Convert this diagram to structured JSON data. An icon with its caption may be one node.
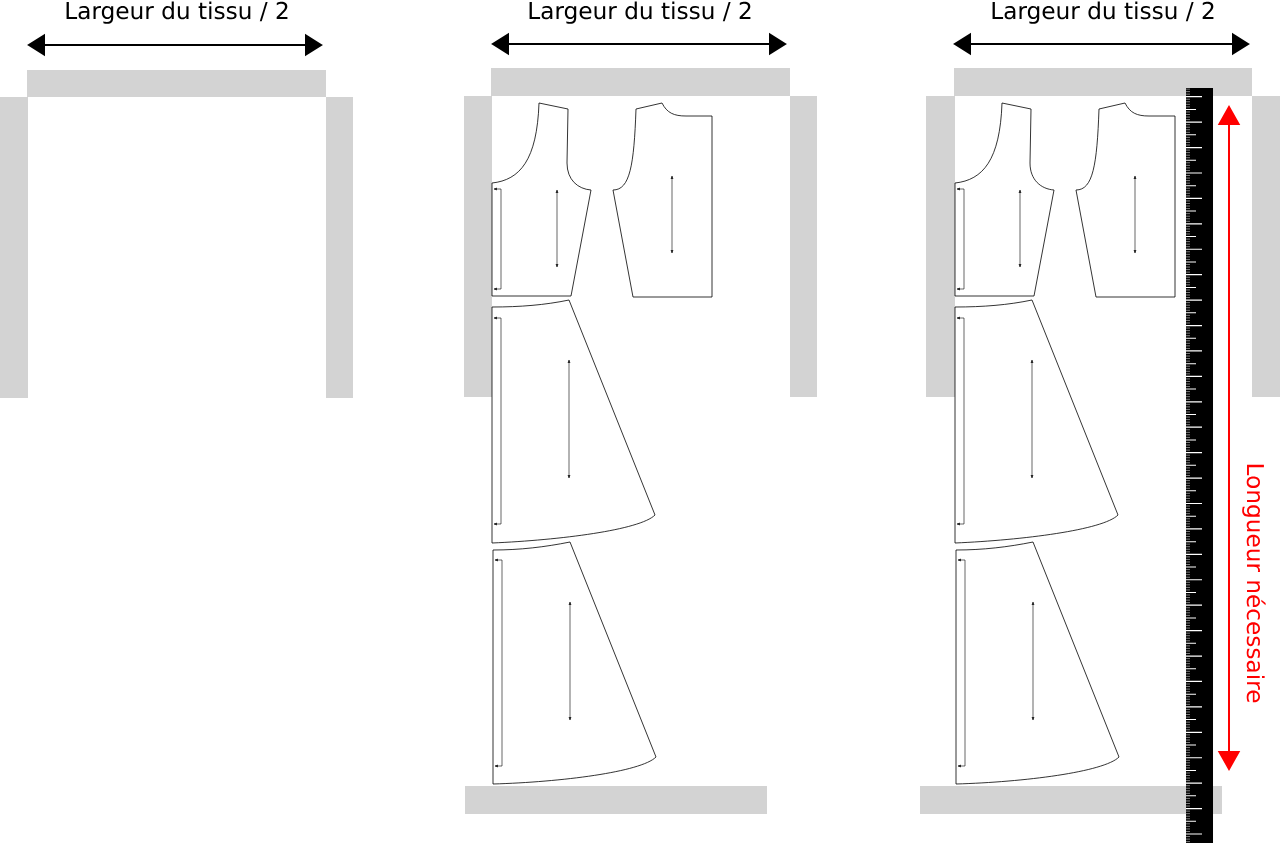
{
  "diagram": {
    "nodes": [
      {
        "text": [],
        "shape": "bar"
      },
      {
        "text": [],
        "shape": "bar"
      },
      {
        "text": [],
        "shape": "bar"
      },
      {
        "text": [],
        "shape": "bar"
      },
      {
        "text": [],
        "shape": "bar"
      },
      {
        "text": [],
        "shape": "bar"
      },
      {
        "text": [],
        "shape": "bar"
      },
      {
        "text": [],
        "shape": "bar"
      },
      {
        "text": [],
        "shape": "bar"
      },
      {
        "text": [],
        "shape": "bar"
      },
      {
        "text": [],
        "shape": "bar"
      }
    ],
    "labels": [
      "Largeur du tissu / 2",
      "Largeur du tissu / 2",
      "Largeur du tissu / 2",
      "Longueur nécessaire"
    ]
  }
}
